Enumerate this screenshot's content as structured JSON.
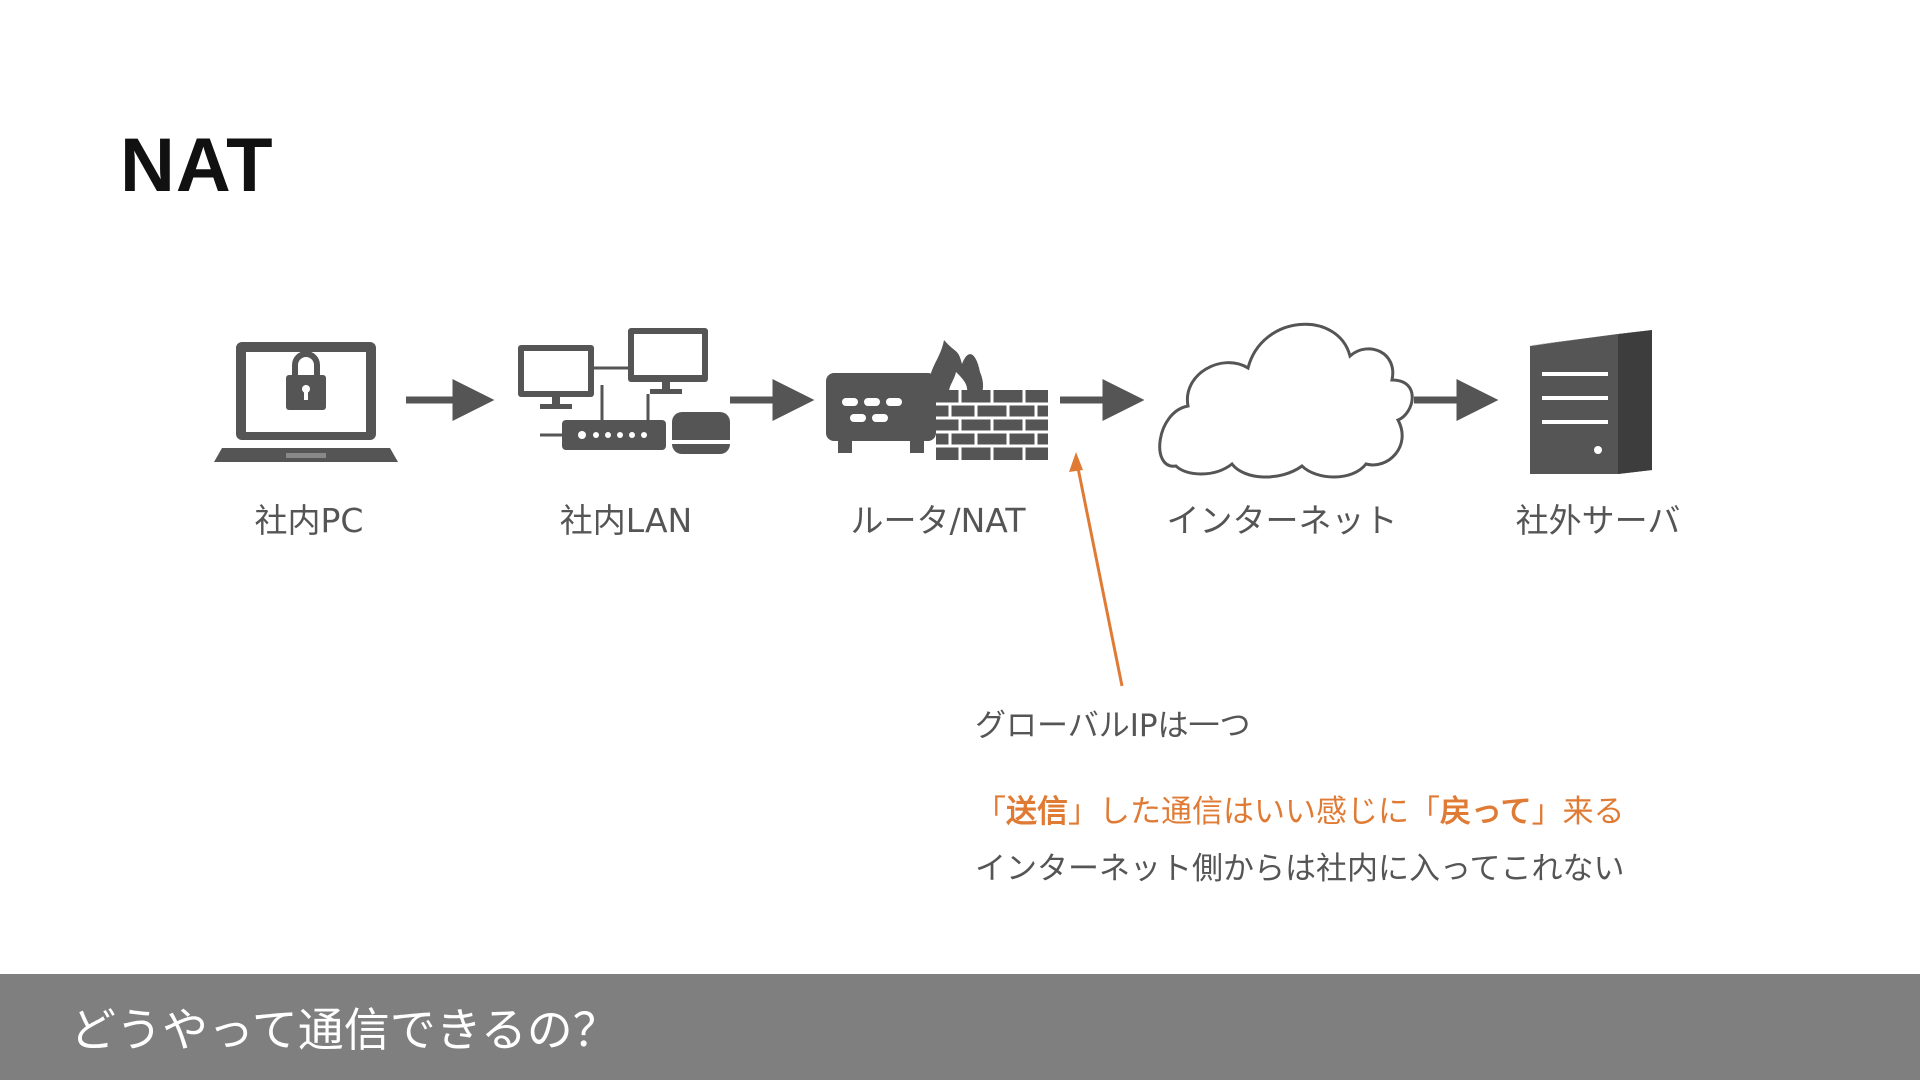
{
  "slide": {
    "title": "NAT"
  },
  "diagram": {
    "nodes": [
      {
        "label": "社内PC",
        "icon": "laptop-lock-icon"
      },
      {
        "label": "社内LAN",
        "icon": "lan-devices-icon"
      },
      {
        "label": "ルータ/NAT",
        "icon": "router-firewall-icon"
      },
      {
        "label": "インターネット",
        "icon": "cloud-icon"
      },
      {
        "label": "社外サーバ",
        "icon": "server-icon"
      }
    ],
    "arrow_color": "#555555",
    "callout_color": "#e07b35"
  },
  "notes": {
    "global_ip": "グローバルIPは一つ",
    "send_line": {
      "q1": "「",
      "w1": "送信",
      "q2": "」",
      "mid": "した通信はいい感じに",
      "q3": "「",
      "w2": "戻って",
      "q4": "」",
      "end": "来る"
    },
    "block_line": "インターネット側からは社内に入ってこれない"
  },
  "footer": {
    "text": "どうやって通信できるの？",
    "background": "#7f7f7f"
  }
}
